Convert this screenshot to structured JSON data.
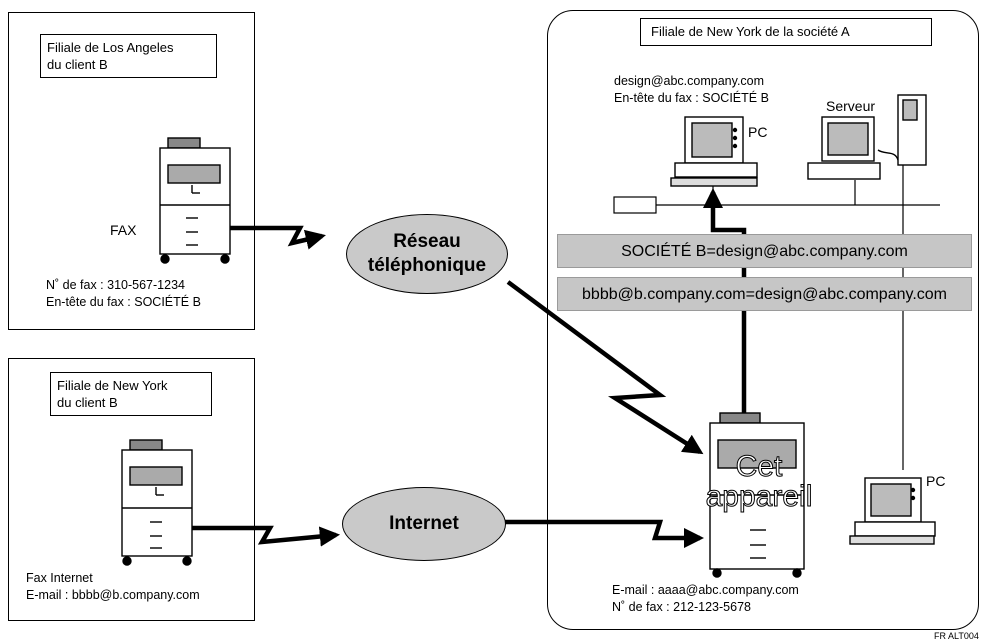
{
  "la_branch": {
    "title_line1": "Filiale de Los Angeles",
    "title_line2": "du client B",
    "device_label": "FAX",
    "fax_number": "N˚ de fax : 310-567-1234",
    "fax_header": "En-tête du fax : SOCIÉTÉ B"
  },
  "ny_client_branch": {
    "title_line1": "Filiale de New York",
    "title_line2": "du client B",
    "device_label": "Fax Internet",
    "email": "E-mail : bbbb@b.company.com"
  },
  "networks": {
    "phone_line1": "Réseau",
    "phone_line2": "téléphonique",
    "internet": "Internet"
  },
  "company_a": {
    "title": "Filiale de New York de la société A",
    "pc_email": "design@abc.company.com",
    "pc_fax_header": "En-tête du fax : SOCIÉTÉ B",
    "pc_label": "PC",
    "server_label": "Serveur",
    "pc2_label": "PC",
    "routing1": "SOCIÉTÉ B=design@abc.company.com",
    "routing2": "bbbb@b.company.com=design@abc.company.com",
    "machine_line1": "Cet",
    "machine_line2": "appareil",
    "machine_email": "E-mail : aaaa@abc.company.com",
    "machine_fax": "N˚ de fax : 212-123-5678"
  },
  "figure_code": "FR ALT004"
}
